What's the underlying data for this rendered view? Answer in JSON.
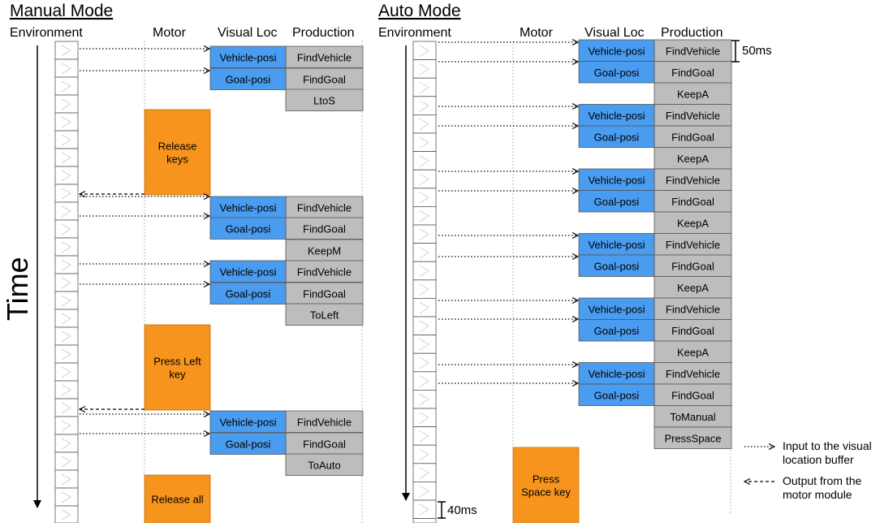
{
  "manual": {
    "title": "Manual Mode",
    "headers": {
      "environment": "Environment",
      "motor": "Motor",
      "visual_loc": "Visual Loc",
      "production": "Production"
    },
    "visual_boxes": [
      "Vehicle-posi",
      "Goal-posi",
      "Vehicle-posi",
      "Goal-posi",
      "Vehicle-posi",
      "Goal-posi",
      "Vehicle-posi",
      "Goal-posi"
    ],
    "production_boxes": [
      "FindVehicle",
      "FindGoal",
      "LtoS",
      "FindVehicle",
      "FindGoal",
      "KeepM",
      "FindVehicle",
      "FindGoal",
      "ToLeft",
      "FindVehicle",
      "FindGoal",
      "ToAuto"
    ],
    "motor_boxes": [
      {
        "lines": [
          "Release",
          "keys"
        ]
      },
      {
        "lines": [
          "Press Left",
          "key"
        ]
      },
      {
        "lines": [
          "Release all"
        ]
      }
    ]
  },
  "auto": {
    "title": "Auto Mode",
    "headers": {
      "environment": "Environment",
      "motor": "Motor",
      "visual_loc": "Visual Loc",
      "production": "Production"
    },
    "visual_boxes": [
      "Vehicle-posi",
      "Goal-posi",
      "Vehicle-posi",
      "Goal-posi",
      "Vehicle-posi",
      "Goal-posi",
      "Vehicle-posi",
      "Goal-posi",
      "Vehicle-posi",
      "Goal-posi",
      "Vehicle-posi",
      "Goal-posi"
    ],
    "production_boxes": [
      "FindVehicle",
      "FindGoal",
      "KeepA",
      "FindVehicle",
      "FindGoal",
      "KeepA",
      "FindVehicle",
      "FindGoal",
      "KeepA",
      "FindVehicle",
      "FindGoal",
      "KeepA",
      "FindVehicle",
      "FindGoal",
      "KeepA",
      "FindVehicle",
      "FindGoal",
      "ToManual",
      "PressSpace"
    ],
    "motor_boxes": [
      {
        "lines": [
          "Press",
          "Space key"
        ]
      }
    ]
  },
  "time_label": "Time",
  "scale": {
    "production_step": "50ms",
    "environment_step": "40ms"
  },
  "legend": {
    "input": [
      "Input to the visual",
      "location buffer"
    ],
    "output": [
      "Output from the",
      "motor module"
    ]
  },
  "colors": {
    "visual": "#4a9cf0",
    "production": "#bdbdbd",
    "motor": "#f7941d",
    "guide_line": "#bbbbbb"
  }
}
